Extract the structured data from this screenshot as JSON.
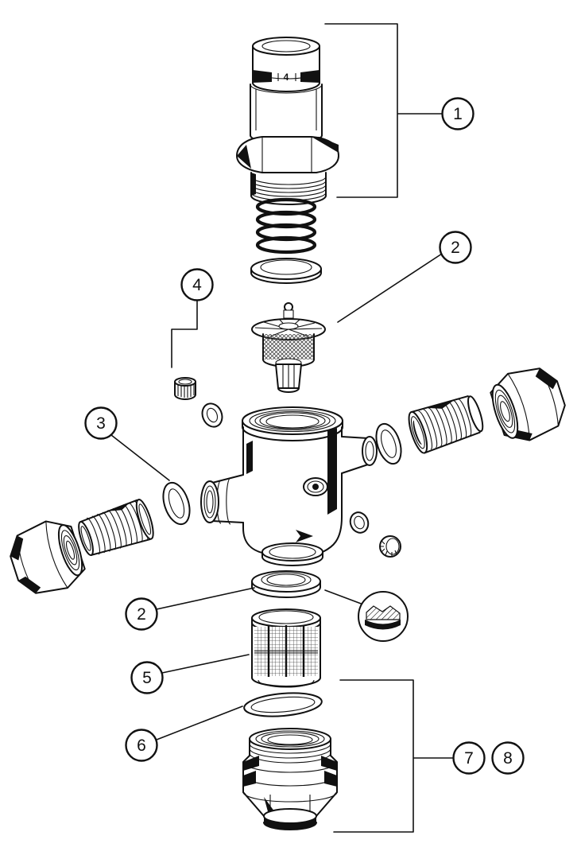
{
  "page": {
    "background": "#ffffff",
    "line_color": "#111111"
  },
  "diagram": {
    "type": "exploded-view-parts-diagram",
    "subject": "pressure-reducing-valve",
    "dial_value": "4",
    "callouts": [
      {
        "label": "1",
        "points_to": "adjustment-knob-bonnet-and-spring-assembly"
      },
      {
        "label": "2",
        "points_to": "valve-insert-cartridge"
      },
      {
        "label": "4",
        "points_to": "plug-with-o-ring"
      },
      {
        "label": "3",
        "points_to": "tailpiece-o-ring"
      },
      {
        "label": "2",
        "points_to": "seal-ring"
      },
      {
        "label": "5",
        "points_to": "strainer-filter-screen"
      },
      {
        "label": "6",
        "points_to": "bowl-o-ring"
      },
      {
        "label": "7",
        "points_to": "filter-bowl"
      },
      {
        "label": "8",
        "points_to": "filter-bowl"
      }
    ],
    "detail_inset": {
      "shows": "seal-cross-section"
    }
  }
}
